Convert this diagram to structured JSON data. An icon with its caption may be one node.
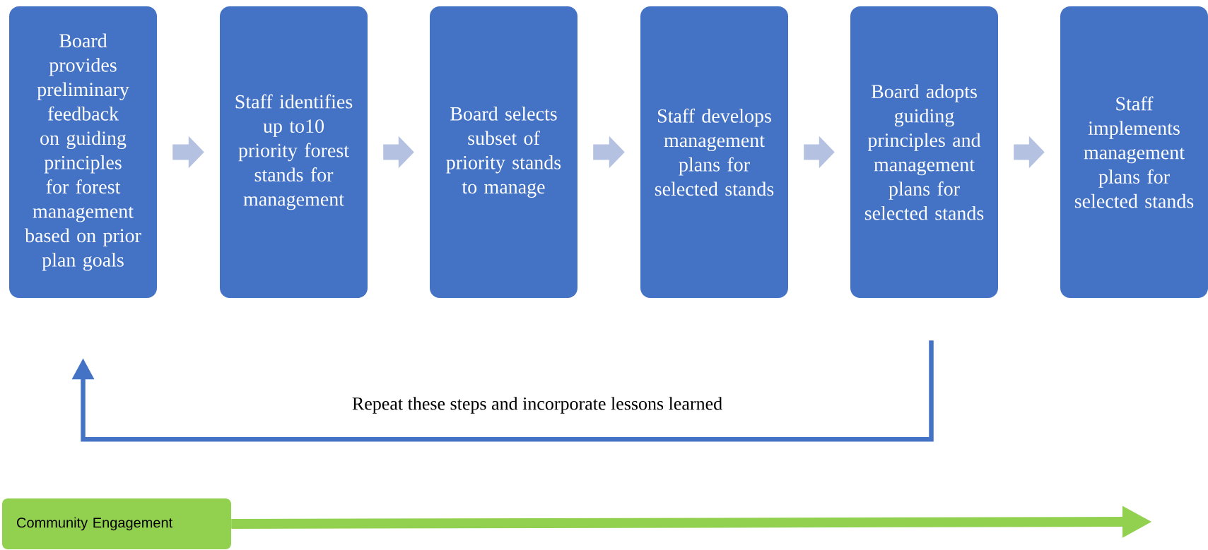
{
  "diagram": {
    "nodes": [
      {
        "text": [
          "Board provides preliminary feedback on guiding principles for forest management based on prior plan goals"
        ]
      },
      {
        "text": [
          "Staff identifies up to10 priority forest stands for management"
        ]
      },
      {
        "text": [
          "Board selects subset of priority stands to manage"
        ]
      },
      {
        "text": [
          "Staff develops management plans for selected stands"
        ]
      },
      {
        "text": [
          "Board adopts guiding principles and management plans for selected stands"
        ]
      },
      {
        "text": [
          "Staff implements management plans for selected stands"
        ]
      },
      {
        "text": [
          "Community Engagement"
        ]
      }
    ],
    "edges": [
      {
        "from": 0,
        "to": 1,
        "arrow": "to",
        "color": "#b4c1e1"
      },
      {
        "from": 1,
        "to": 2,
        "arrow": "to",
        "color": "#b4c1e1"
      },
      {
        "from": 2,
        "to": 3,
        "arrow": "to",
        "color": "#b4c1e1"
      },
      {
        "from": 3,
        "to": 4,
        "arrow": "to",
        "color": "#b4c1e1"
      },
      {
        "from": 4,
        "to": 5,
        "arrow": "to",
        "color": "#b4c1e1"
      },
      {
        "from": 4,
        "to": 0,
        "arrow": "to",
        "label": "Repeat these steps and incorporate lessons learned",
        "color": "#4472c4"
      },
      {
        "from": 6,
        "to": null,
        "arrow": "to",
        "color": "#92d050"
      }
    ]
  }
}
